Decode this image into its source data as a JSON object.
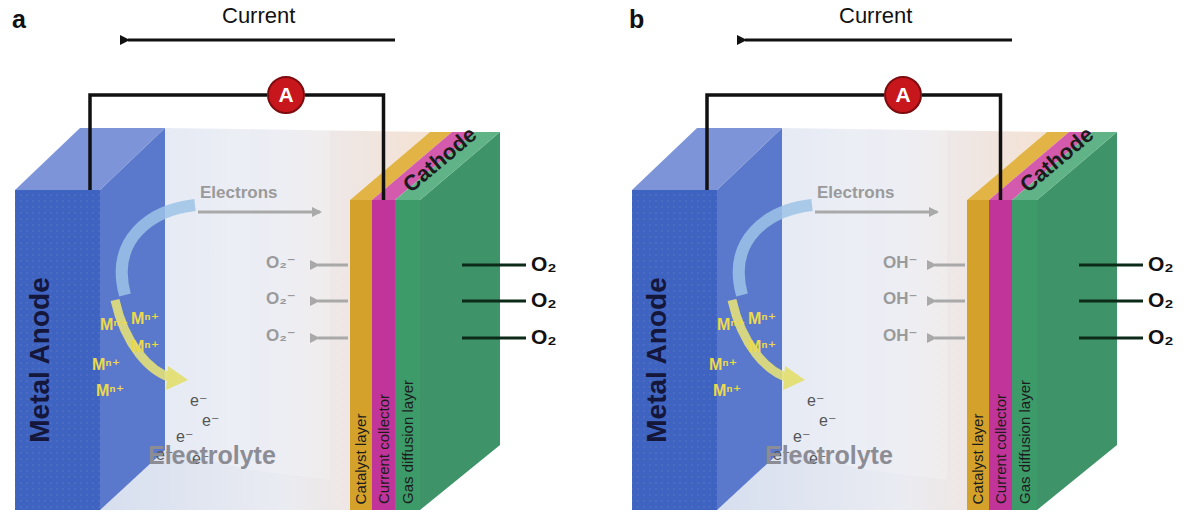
{
  "diagram": {
    "nodes": [
      {
        "text": [
          "A"
        ]
      },
      {
        "text": [
          "Metal Anode"
        ]
      },
      {
        "text": [
          "Electrolyte"
        ]
      },
      {
        "text": [
          "Catalyst layer"
        ]
      },
      {
        "text": [
          "Current collector"
        ]
      },
      {
        "text": [
          "Gas diffusion layer"
        ]
      },
      {
        "text": [
          "A"
        ]
      },
      {
        "text": [
          "Metal Anode"
        ]
      },
      {
        "text": [
          "Electrolyte"
        ]
      },
      {
        "text": [
          "Catalyst layer"
        ]
      },
      {
        "text": [
          "Current collector"
        ]
      },
      {
        "text": [
          "Gas diffusion layer"
        ]
      }
    ],
    "edges": [
      {
        "from": 1,
        "to": 0,
        "arrow": "none"
      },
      {
        "from": 0,
        "to": 4,
        "arrow": "none"
      },
      {
        "from": 7,
        "to": 6,
        "arrow": "none"
      },
      {
        "from": 6,
        "to": 10,
        "arrow": "none"
      }
    ],
    "labels": [
      "a",
      "Current",
      "Cathode",
      "Electrons",
      "O₂⁻",
      "O₂⁻",
      "O₂⁻",
      "O₂",
      "O₂",
      "O₂",
      "Mⁿ⁺",
      "Mⁿ⁺",
      "Mⁿ⁺",
      "Mⁿ⁺",
      "Mⁿ⁺",
      "e⁻",
      "e⁻",
      "e⁻",
      "e⁻",
      "e⁻",
      "b",
      "Current",
      "Cathode",
      "Electrons",
      "OH⁻",
      "OH⁻",
      "OH⁻",
      "O₂",
      "O₂",
      "O₂",
      "Mⁿ⁺",
      "Mⁿ⁺",
      "Mⁿ⁺",
      "Mⁿ⁺",
      "Mⁿ⁺",
      "e⁻",
      "e⁻",
      "e⁻",
      "e⁻",
      "e⁻"
    ]
  }
}
